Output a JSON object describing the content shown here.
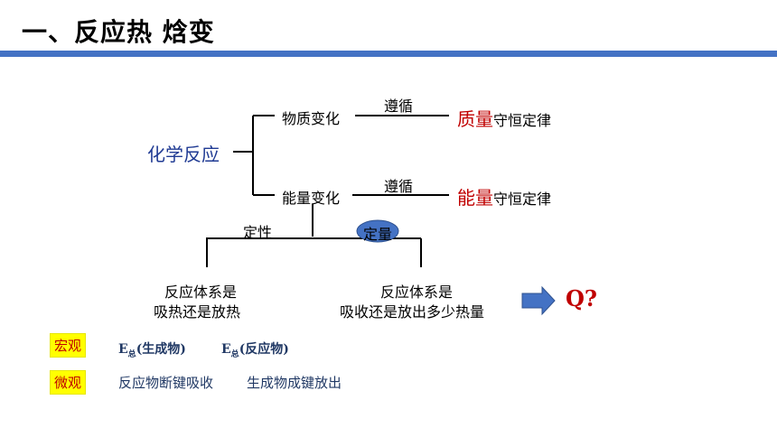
{
  "title": "一、反应热  焓变",
  "root": "化学反应",
  "branch_top": {
    "label": "物质变化",
    "follows": "遵循",
    "highlight": "质量",
    "law": "守恒定律"
  },
  "branch_bottom": {
    "label": "能量变化",
    "follows": "遵循",
    "highlight": "能量",
    "law": "守恒定律"
  },
  "qualitative": "定性",
  "quantitative": "定量",
  "left_box": {
    "line1": "反应体系是",
    "line2": "吸热还是放热"
  },
  "right_box": {
    "line1": "反应体系是",
    "line2": "吸收还是放出多少热量"
  },
  "q_label": "Q?",
  "macro": {
    "tag": "宏观",
    "e_products_prefix": "E",
    "e_products_sub": "总",
    "e_products_suffix": "(生成物)",
    "e_reactants_prefix": "E",
    "e_reactants_sub": "总",
    "e_reactants_suffix": "(反应物)"
  },
  "micro": {
    "tag": "微观",
    "text1": "反应物断键吸收",
    "text2": "生成物成键放出"
  },
  "colors": {
    "accent_bar": "#4472c4",
    "red": "#c00000",
    "blue_text": "#1f3a93",
    "oval_fill": "#4472c4",
    "arrow_fill": "#4472c4",
    "tag_bg": "#ffff00"
  }
}
